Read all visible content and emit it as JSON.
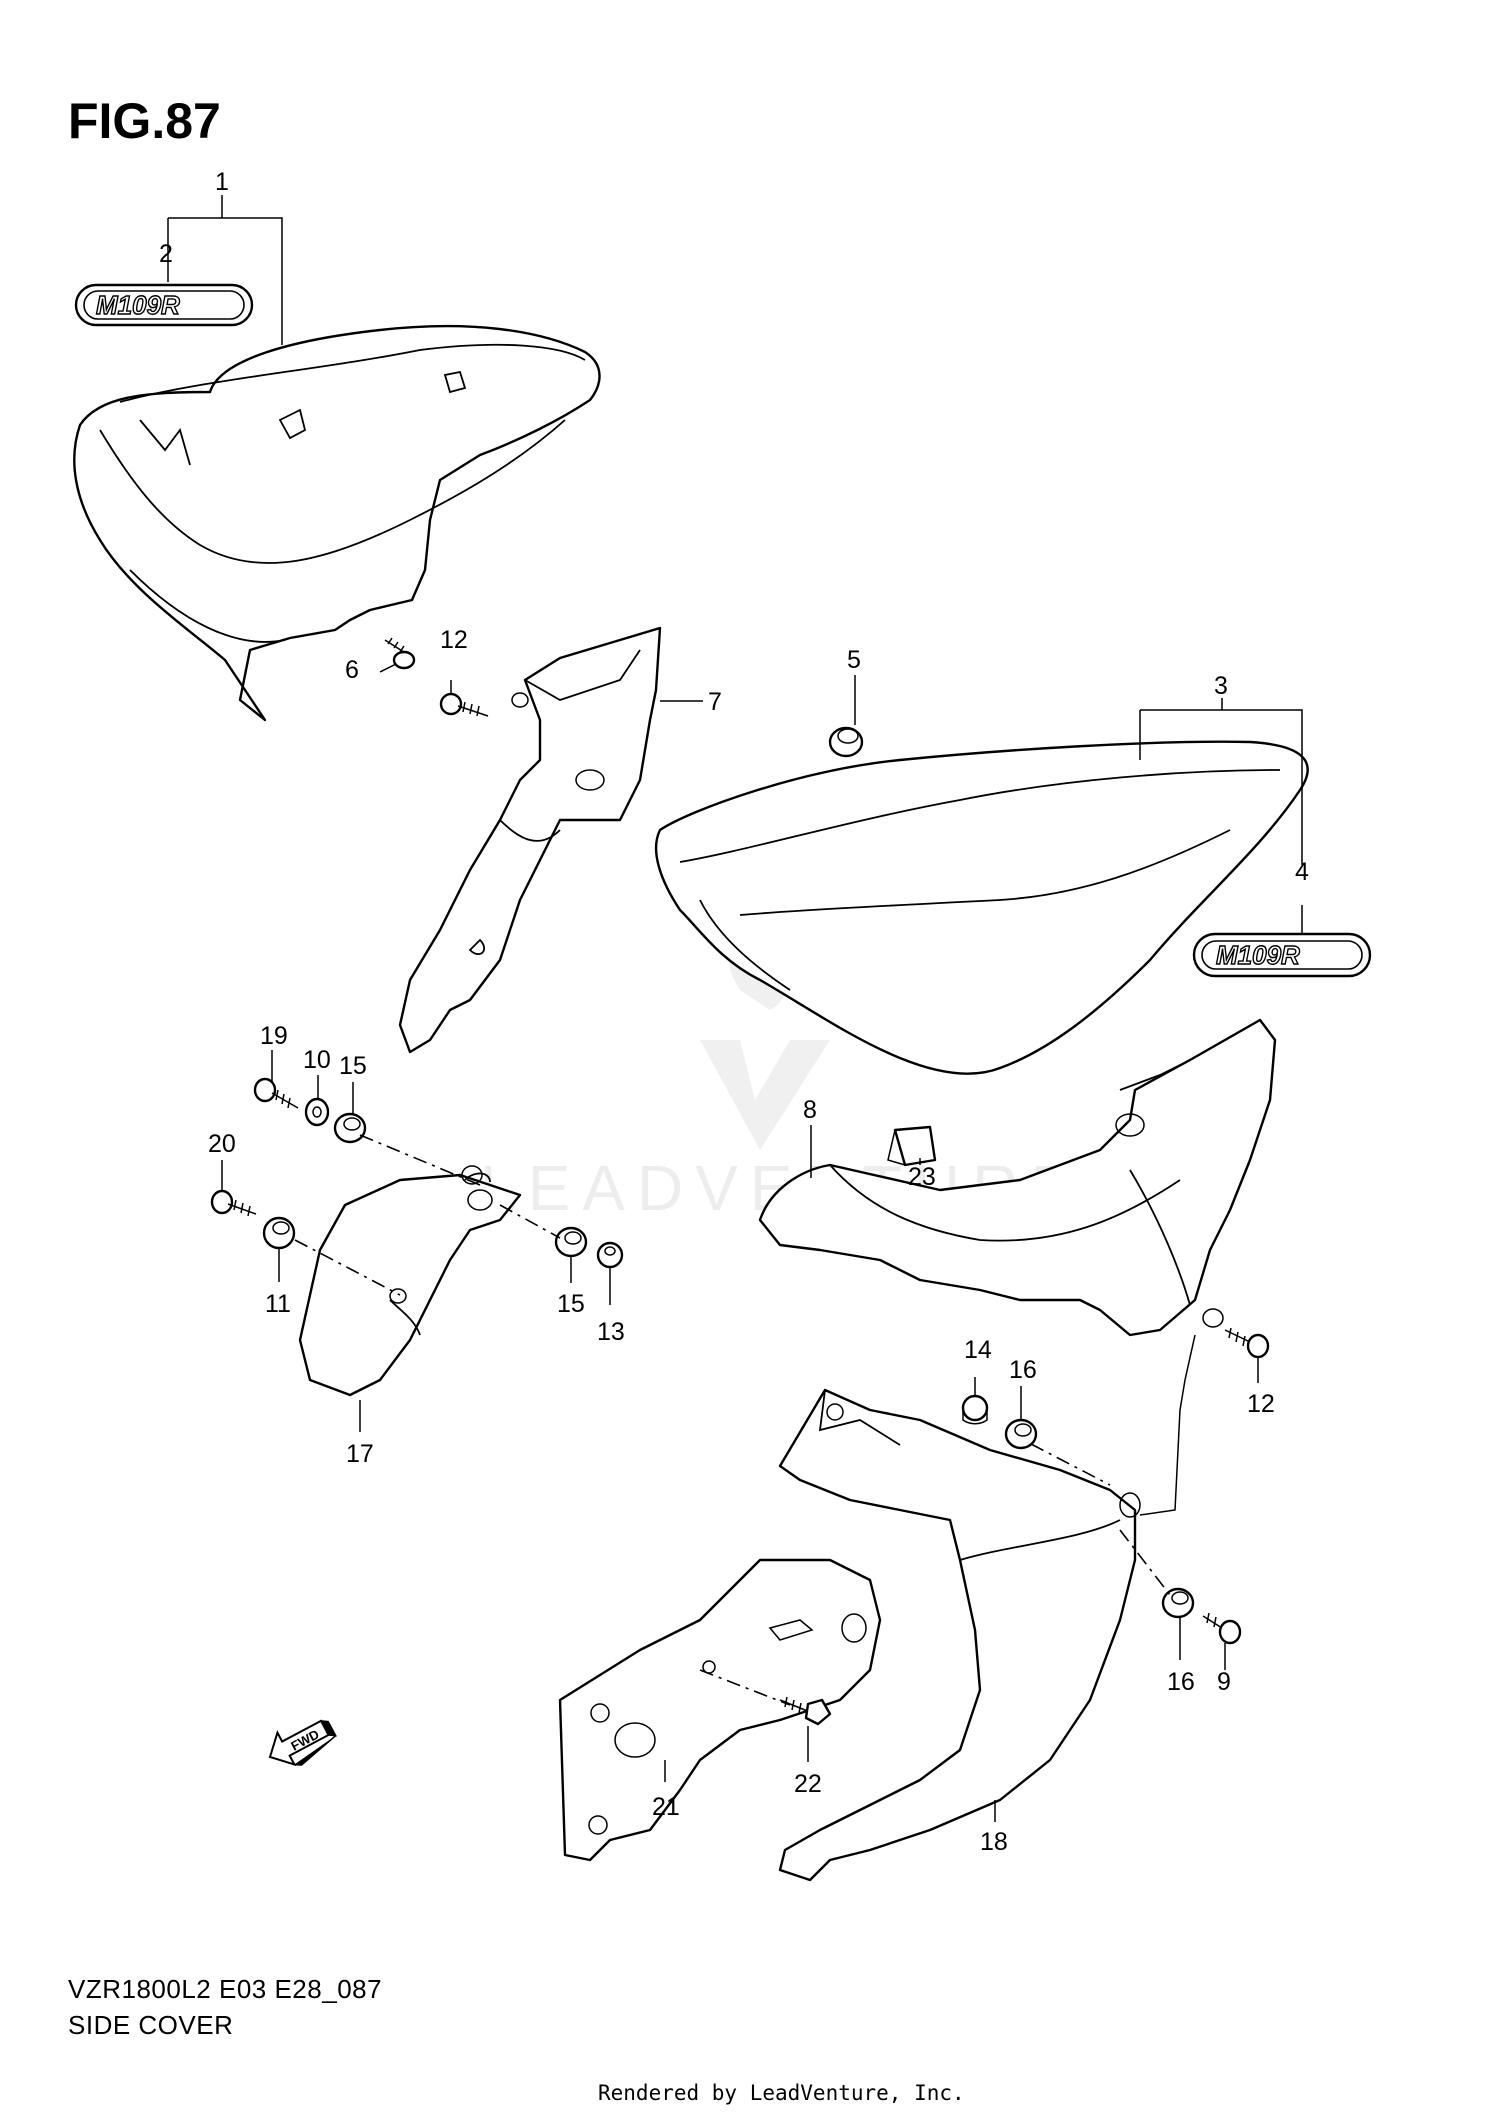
{
  "figure": {
    "title": "FIG.87",
    "model_line": "VZR1800L2 E03 E28_087",
    "caption": "SIDE COVER",
    "rendered_by": "Rendered by LeadVenture, Inc.",
    "watermark": "LEADVENTURE",
    "emblem_text": "M109R",
    "fwd_label": "FWD"
  },
  "callouts": {
    "c1": "1",
    "c2": "2",
    "c3": "3",
    "c4": "4",
    "c5": "5",
    "c6": "6",
    "c7": "7",
    "c8": "8",
    "c9": "9",
    "c10": "10",
    "c11": "11",
    "c12a": "12",
    "c12b": "12",
    "c13": "13",
    "c14": "14",
    "c15a": "15",
    "c15b": "15",
    "c16a": "16",
    "c16b": "16",
    "c17": "17",
    "c18": "18",
    "c19": "19",
    "c20": "20",
    "c21": "21",
    "c22": "22",
    "c23": "23"
  }
}
